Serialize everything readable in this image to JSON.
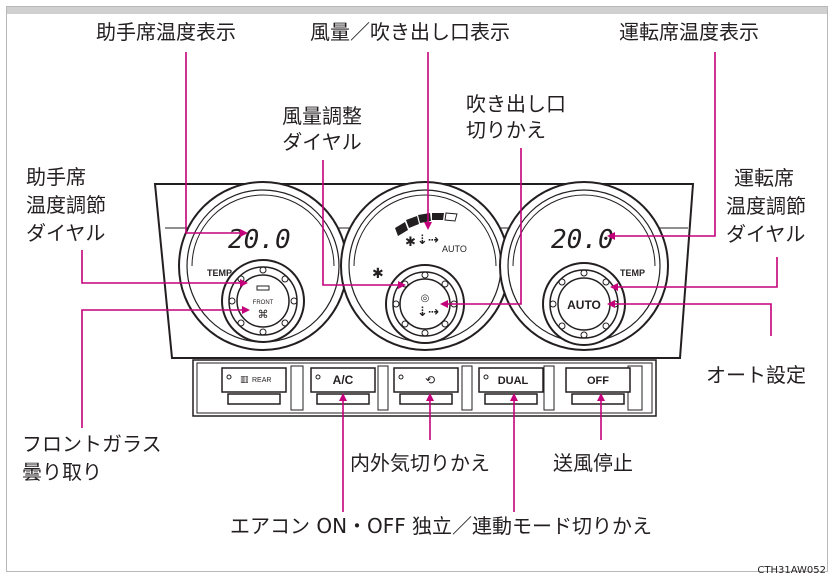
{
  "panel": {
    "left_temp": "20.0",
    "right_temp": "20.0",
    "temp_label_left": "TEMP",
    "temp_label_right": "TEMP",
    "auto_small": "AUTO",
    "front_label": "FRONT",
    "auto_button": "AUTO",
    "buttons": [
      "REAR",
      "A/C",
      "",
      "DUAL",
      "OFF"
    ]
  },
  "callouts": {
    "passenger_temp_display": "助手席温度表示",
    "fan_vent_display": "風量／吹き出し口表示",
    "driver_temp_display": "運転席温度表示",
    "fan_dial": [
      "風量調整",
      "ダイヤル"
    ],
    "vent_switch": [
      "吹き出し口",
      "切りかえ"
    ],
    "passenger_temp_dial": [
      "助手席",
      "温度調節",
      "ダイヤル"
    ],
    "driver_temp_dial": [
      "運転席",
      "温度調節",
      "ダイヤル"
    ],
    "auto_setting": "オート設定",
    "defroster": [
      "フロントガラス",
      "曇り取り"
    ],
    "recirc": "内外気切りかえ",
    "fan_stop": "送風停止",
    "ac": "エアコン ON・OFF",
    "dual_mode": "独立／連動モード切りかえ"
  },
  "figure_code": "CTH31AW052"
}
